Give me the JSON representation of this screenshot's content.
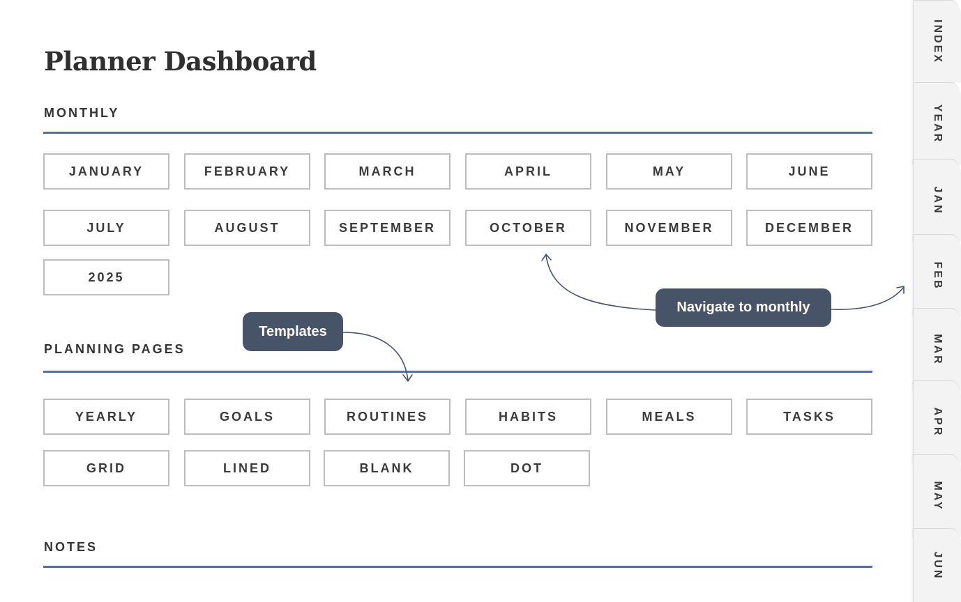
{
  "title": "Planner Dashboard",
  "sections": {
    "monthly": {
      "heading": "MONTHLY",
      "items": [
        "JANUARY",
        "FEBRUARY",
        "MARCH",
        "APRIL",
        "MAY",
        "JUNE",
        "JULY",
        "AUGUST",
        "SEPTEMBER",
        "OCTOBER",
        "NOVEMBER",
        "DECEMBER",
        "2025"
      ]
    },
    "planning": {
      "heading": "PLANNING PAGES",
      "items": [
        "YEARLY",
        "GOALS",
        "ROUTINES",
        "HABITS",
        "MEALS",
        "TASKS",
        "GRID",
        "LINED",
        "BLANK",
        "DOT"
      ]
    },
    "notes": {
      "heading": "NOTES"
    }
  },
  "callouts": {
    "templates": "Templates",
    "navigate": "Navigate to monthly"
  },
  "tabs": [
    "INDEX",
    "YEAR",
    "JAN",
    "FEB",
    "MAR",
    "APR",
    "MAY",
    "JUN"
  ],
  "colors": {
    "accent_rule": "#4f6fa6",
    "callout_bg": "#475467",
    "tile_border": "#bdbdbd",
    "tab_bg": "#f3f3f3"
  }
}
